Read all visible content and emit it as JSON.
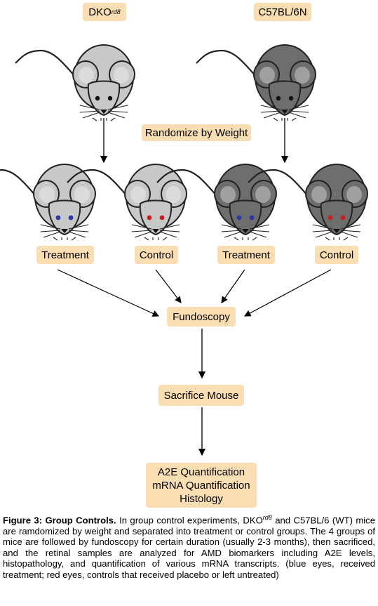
{
  "strains": {
    "dko_name": "DKO",
    "dko_sup": "rd8",
    "wt_name": "C57BL/6N"
  },
  "colors": {
    "box_fill": "#f9deb4",
    "dko_mouse": "#c8c8c8",
    "wt_mouse": "#6e6e6e",
    "treated_eye": "#2a3aa0",
    "control_eye": "#c81e1e"
  },
  "steps": {
    "randomize": "Randomize by Weight",
    "treatment_1": "Treatment",
    "control_1": "Control",
    "treatment_2": "Treatment",
    "control_2": "Control",
    "fundoscopy": "Fundoscopy",
    "sacrifice": "Sacrifice Mouse",
    "analysis": [
      "A2E Quantification",
      "mRNA Quantification",
      "Histology"
    ]
  },
  "caption": {
    "label": "Figure 3: Group Controls.",
    "text_1": " In group control experiments, DKO",
    "sup": "rd8",
    "text_2": " and C57BL/6 (WT) mice are ramdomized by weight and separated into treatment or control groups. The 4 groups of mice are followed by fundoscopy for certain duration (usually 2-3 months), then sacrificed, and the retinal samples are analyzed for AMD biomarkers including A2E levels, histopathology, and quantification of various mRNA transcripts. (blue eyes, received treatment; red eyes, controls that received placebo or left untreated)"
  }
}
